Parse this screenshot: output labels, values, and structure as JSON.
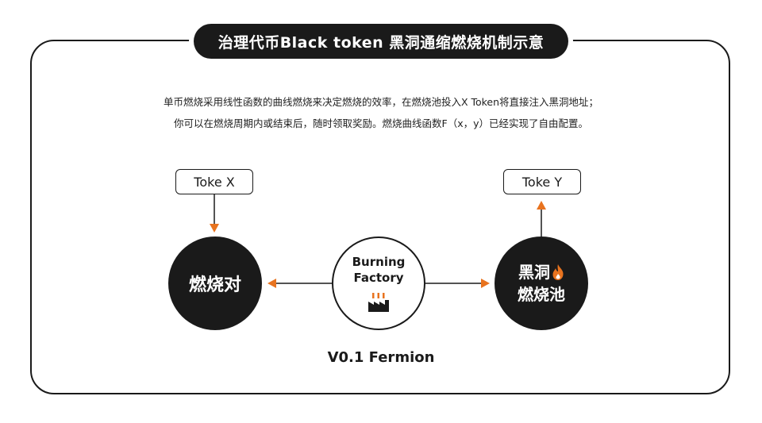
{
  "title": "治理代币Black token 黑洞通缩燃烧机制示意",
  "description": {
    "line1": "单币燃烧采用线性函数的曲线燃烧来决定燃烧的效率，在燃烧池投入X Token将直接注入黑洞地址；",
    "line2": "你可以在燃烧周期内或结束后，随时领取奖励。燃烧曲线函数F（x，y）已经实现了自由配置。"
  },
  "nodes": {
    "token_x": "Toke X",
    "token_y": "Toke Y",
    "burn_pair": "燃烧对",
    "factory_line1": "Burning",
    "factory_line2": "Factory",
    "pool_line1": "黑洞",
    "pool_line2": "燃烧池"
  },
  "version": "V0.1 Fermion",
  "colors": {
    "dark": "#1a1a1a",
    "accent": "#e8731f",
    "background": "#ffffff"
  },
  "icons": {
    "factory": "factory-icon",
    "flame": "flame-icon"
  }
}
